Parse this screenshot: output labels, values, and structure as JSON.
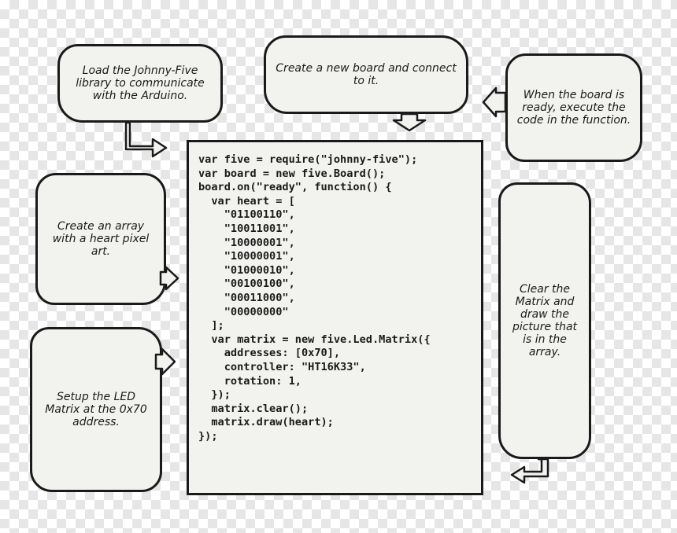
{
  "colors": {
    "ink": "#1a1a1a",
    "paper": "#f2f2ef"
  },
  "bubbles": {
    "load_library": "Load the Johnny-Five library to communicate with the Arduino.",
    "create_board": "Create a new board and connect to it.",
    "board_ready": "When the board is ready, execute the code in the function.",
    "create_array": "Create an array with a heart pixel art.",
    "setup_matrix": "Setup the LED Matrix at the 0x70 address.",
    "clear_draw": "Clear the Matrix and draw the picture that is in the array."
  },
  "code": [
    "var five = require(\"johnny-five\");",
    "var board = new five.Board();",
    "board.on(\"ready\", function() {",
    "  var heart = [",
    "    \"01100110\",",
    "    \"10011001\",",
    "    \"10000001\",",
    "    \"10000001\",",
    "    \"01000010\",",
    "    \"00100100\",",
    "    \"00011000\",",
    "    \"00000000\"",
    "  ];",
    "  var matrix = new five.Led.Matrix({",
    "    addresses: [0x70],",
    "    controller: \"HT16K33\",",
    "    rotation: 1,",
    "  });",
    "  matrix.clear();",
    "  matrix.draw(heart);",
    "});"
  ]
}
